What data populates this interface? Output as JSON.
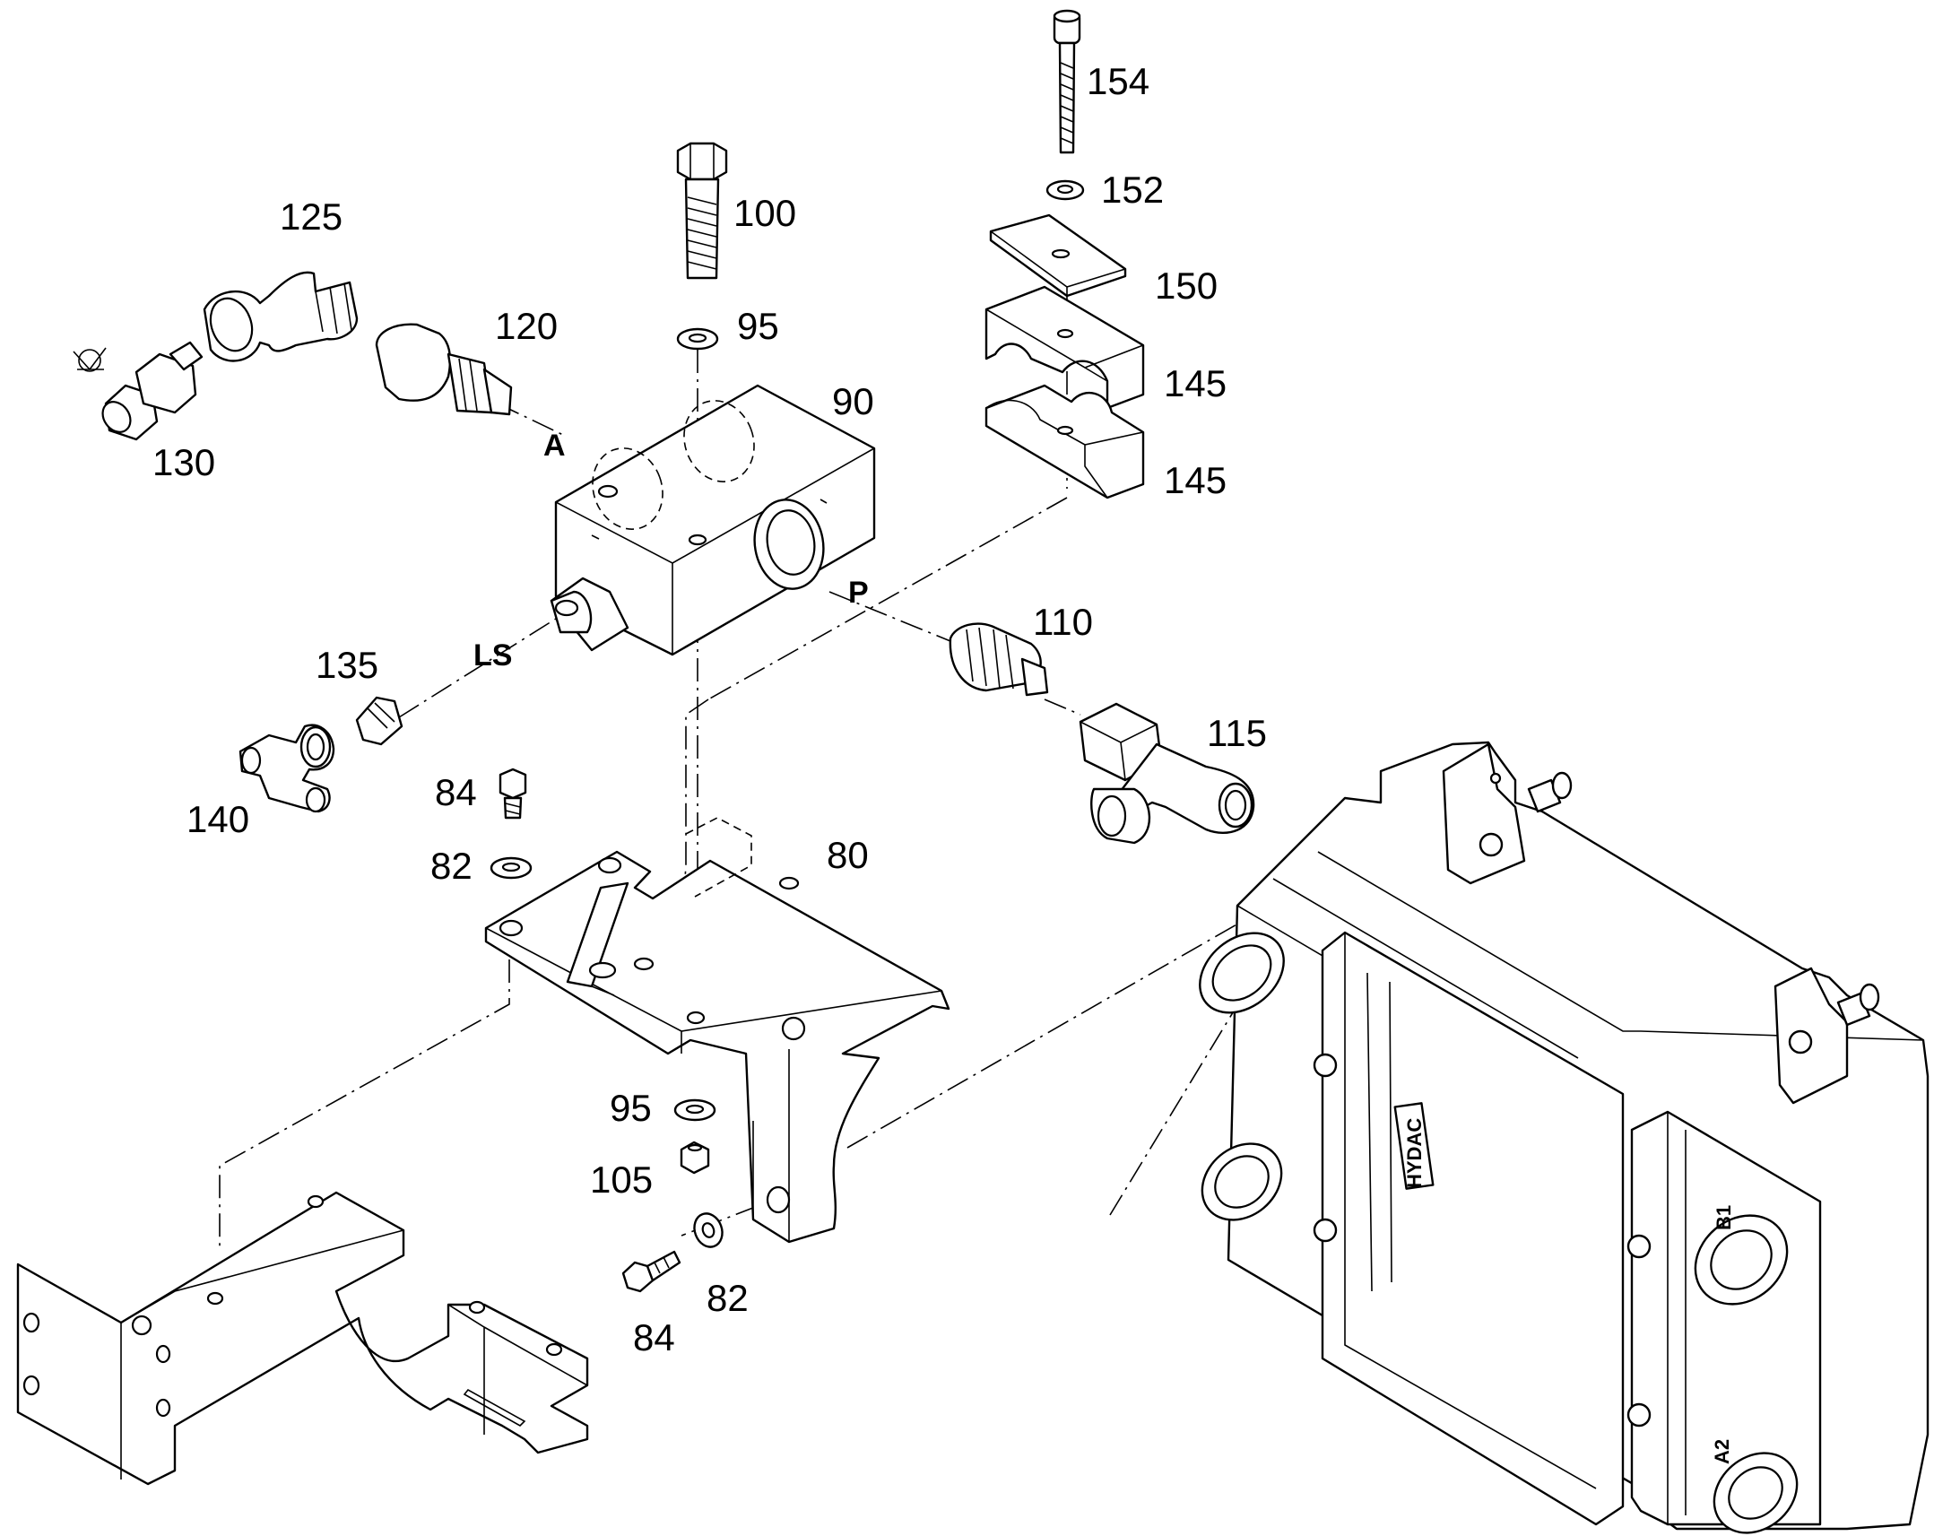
{
  "labels": {
    "l154": "154",
    "l152": "152",
    "l150": "150",
    "l145a": "145",
    "l145b": "145",
    "l100": "100",
    "l95a": "95",
    "l125": "125",
    "l120": "120",
    "l130": "130",
    "l90": "90",
    "l110": "110",
    "l115": "115",
    "l135": "135",
    "l140": "140",
    "l84a": "84",
    "l82a": "82",
    "l80": "80",
    "l95b": "95",
    "l105": "105",
    "l82b": "82",
    "l84b": "84"
  },
  "ports": {
    "a": "A",
    "p": "P",
    "ls": "LS"
  },
  "stamps": {
    "cooler_block": "HYDAC",
    "port_1": "B1",
    "port_2": "A2"
  }
}
